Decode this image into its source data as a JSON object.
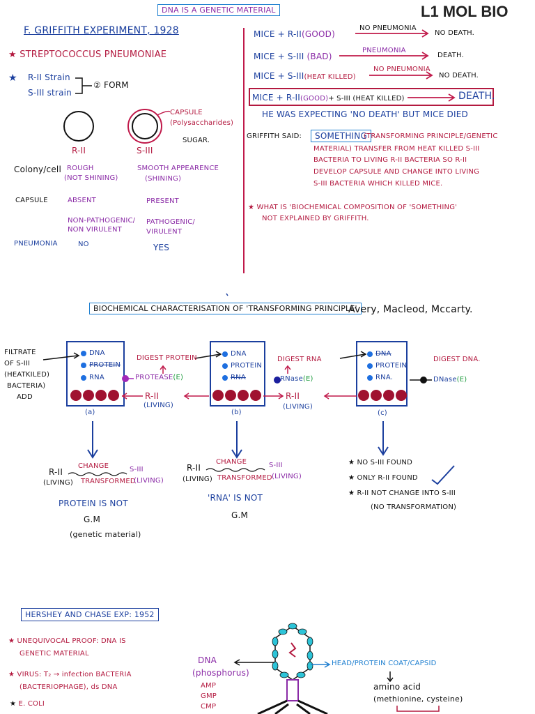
{
  "page_label": "L1 MOL BIO",
  "title_top": "DNA IS A GENETIC MATERIAL",
  "griffith": {
    "heading": "F. GRIFFITH EXPERIMENT, 1928",
    "organism": "STREPTOCOCCUS PNEUMONIAE",
    "strain1": "R-II Strain",
    "strain2": "S-III strain",
    "form": "② FORM",
    "capsule_label": "CAPSULE",
    "capsule_note": "(Polysaccharides)",
    "sugar": "SUGAR.",
    "rii_label": "R-II",
    "siii_label": "S-III",
    "rows": [
      {
        "label": "Colony/cell",
        "r": "ROUGH",
        "r2": "(NOT SHINING)",
        "s": "SMOOTH APPEARENCE",
        "s2": "(SHINING)"
      },
      {
        "label": "CAPSULE",
        "r": "ABSENT",
        "r2": "",
        "s": "PRESENT",
        "s2": ""
      },
      {
        "label": "",
        "r": "NON-PATHOGENIC/",
        "r2": "NON VIRULENT",
        "s": "PATHOGENIC/",
        "s2": "VIRULENT"
      },
      {
        "label": "PNEUMONIA",
        "r": "NO",
        "r2": "",
        "s": "YES",
        "s2": ""
      }
    ],
    "mice": [
      {
        "left": "MICE + R-II",
        "tag": "(GOOD)",
        "arrow": "NO PNEUMONIA",
        "result": "NO DEATH."
      },
      {
        "left": "MICE + S-III",
        "tag": "(BAD)",
        "arrow": "PNEUMONIA",
        "result": "DEATH."
      },
      {
        "left": "MICE + S-III",
        "tag": "(HEAT KILLED)",
        "arrow": "NO PNEUMONIA",
        "result": "NO DEATH."
      }
    ],
    "combo_left": "MICE + R-II",
    "combo_tag": "(GOOD)",
    "combo_mid": "+ S-III (HEAT KILLED)",
    "combo_result": "DEATH.",
    "expecting": "HE WAS EXPECTING 'NO DEATH' BUT MICE DIED",
    "said_label": "GRIFFITH SAID:",
    "something": "SOMETHING",
    "said_lines": [
      "(TRANSFORMING PRINCIPLE/GENETIC",
      "MATERIAL) TRANSFER FROM HEAT KILLED S-III",
      "BACTERIA TO LIVING R-II BACTERIA SO R-II",
      "DEVELOP CAPSULE AND CHANGE INTO LIVING",
      "S-III BACTERIA WHICH KILLED MICE."
    ],
    "question1": "★ WHAT IS 'BIOCHEMICAL COMPOSITION OF 'SOMETHING'",
    "question2": "NOT EXPLAINED BY GRIFFITH."
  },
  "avery": {
    "heading": "BIOCHEMICAL CHARACTERISATION OF 'TRANSFORMING PRINCIPLE'",
    "authors": "Avery, Macleod, Mccarty.",
    "filtrate": [
      "FILTRATE",
      "OF S-III",
      "(HEATKILED)",
      "BACTERIA)",
      "ADD"
    ],
    "tubes": [
      {
        "items": [
          "DNA",
          "PROTEIN",
          "RNA"
        ],
        "struck": 1,
        "digest": "DIGEST PROTEIN",
        "enzyme": "PROTEASE",
        "e": "(E)",
        "add": "R-II",
        "living": "(LIVING)",
        "label": "(a)"
      },
      {
        "items": [
          "DNA",
          "PROTEIN",
          "RNA"
        ],
        "struck": 2,
        "digest": "DIGEST RNA",
        "enzyme": "RNase",
        "e": "(E)",
        "add": "R-II",
        "living": "(LIVING)",
        "label": "(b)"
      },
      {
        "items": [
          "DNA",
          "PROTEIN",
          "RNA."
        ],
        "struck": 0,
        "digest": "DIGEST DNA.",
        "enzyme": "DNase",
        "e": "(E)",
        "add": "R-II",
        "living": "(LIVING)",
        "label": "(c)"
      }
    ],
    "result_a": {
      "rii": "R-II",
      "change": "CHANGE",
      "siii": "S-III",
      "living1": "(LIVING)",
      "transformed": "TRANSFORMED",
      "living2": "(LIVING)",
      "c1": "PROTEIN IS NOT",
      "c2": "G.M",
      "c3": "(genetic material)"
    },
    "result_b": {
      "rii": "R-II",
      "change": "CHANGE",
      "siii": "S-III",
      "living1": "(LIVING)",
      "transformed": "TRANSFORMED",
      "living2": "(LIVING)",
      "c1": "'RNA' IS NOT",
      "c2": "G.M"
    },
    "result_c": [
      "NO S-III FOUND",
      "ONLY R-II FOUND",
      "R-II NOT CHANGE INTO S-III",
      "(NO TRANSFORMATION)"
    ]
  },
  "hershey": {
    "heading": "HERSHEY AND CHASE EXP: 1952",
    "p1a": "UNEQUIVOCAL PROOF: DNA IS",
    "p1b": "GENETIC MATERIAL",
    "p2a": "VIRUS: T₂ → infection BACTERIA",
    "p2b": "(BACTERIOPHAGE), ds DNA",
    "p3": "E. COLI",
    "dna": "DNA",
    "phosphorus": "(phosphorus)",
    "nucleotides": [
      "AMP",
      "GMP",
      "CMP"
    ],
    "head": "HEAD/PROTEIN COAT/CAPSID",
    "amino": "amino acid",
    "amino2": "(methionine, cysteine)"
  },
  "colors": {
    "blue": "#1b3f9e",
    "red": "#b3193f",
    "purple": "#8a2aa6",
    "green": "#1a9a3a",
    "box": "#1e7fd0"
  }
}
